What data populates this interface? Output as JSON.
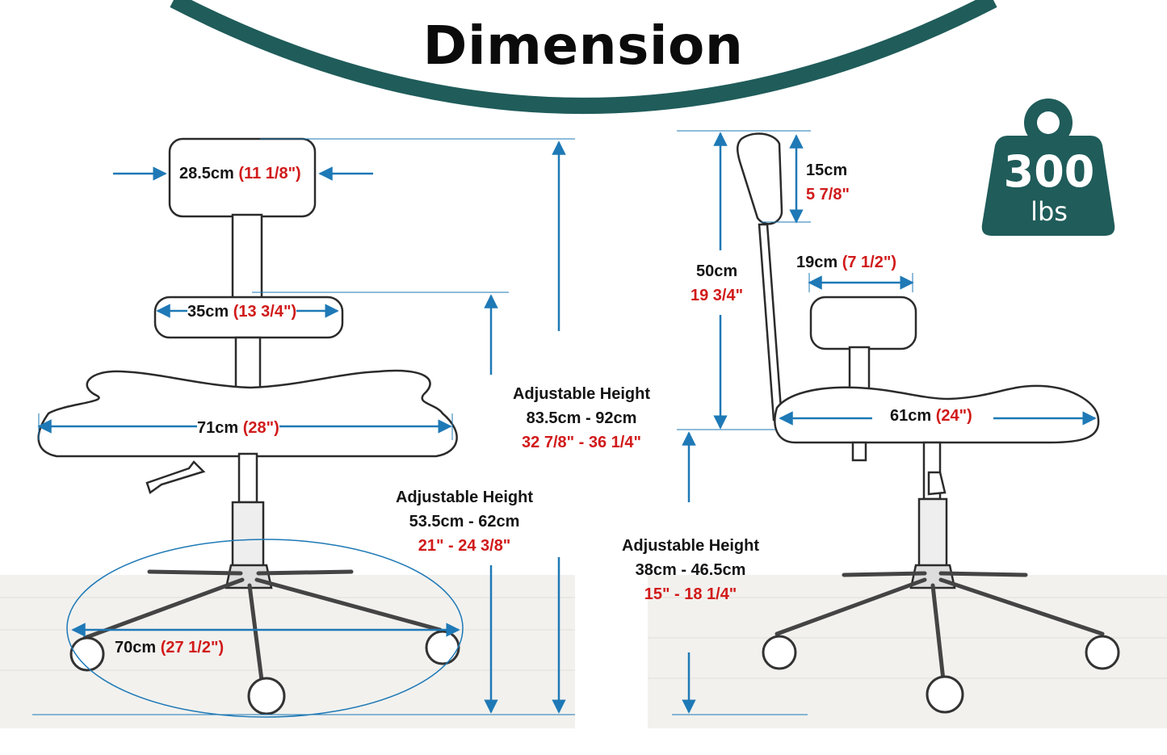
{
  "title": "Dimension",
  "colors": {
    "teal": "#1f5c5a",
    "arrow": "#1e79b6",
    "red": "#d11a1a",
    "text": "#141414"
  },
  "weight_badge": {
    "icon": "weight-icon",
    "value": "300",
    "unit": "lbs"
  },
  "front_view": {
    "backrest_width": {
      "metric": "28.5cm",
      "imperial": "(11 1/8\")"
    },
    "backseat_width": {
      "metric": "35cm",
      "imperial": "(13 3/4\")"
    },
    "seat_width": {
      "metric": "71cm",
      "imperial": "(28\")"
    },
    "base_width": {
      "metric": "70cm",
      "imperial": "(27 1/2\")"
    },
    "total_height": {
      "label": "Adjustable Height",
      "metric": "83.5cm - 92cm",
      "imperial": "32 7/8\" - 36 1/4\""
    },
    "backseat_height": {
      "label": "Adjustable Height",
      "metric": "53.5cm - 62cm",
      "imperial": "21\" - 24 3/8\""
    }
  },
  "side_view": {
    "backrest_height": {
      "metric": "15cm",
      "imperial": "5 7/8\""
    },
    "back_height": {
      "metric": "50cm",
      "imperial": "19 3/4\""
    },
    "backseat_depth": {
      "metric": "19cm",
      "imperial": "(7 1/2\")"
    },
    "seat_depth": {
      "metric": "61cm",
      "imperial": "(24\")"
    },
    "seat_height": {
      "label": "Adjustable Height",
      "metric": "38cm - 46.5cm",
      "imperial": "15\" - 18 1/4\""
    }
  }
}
